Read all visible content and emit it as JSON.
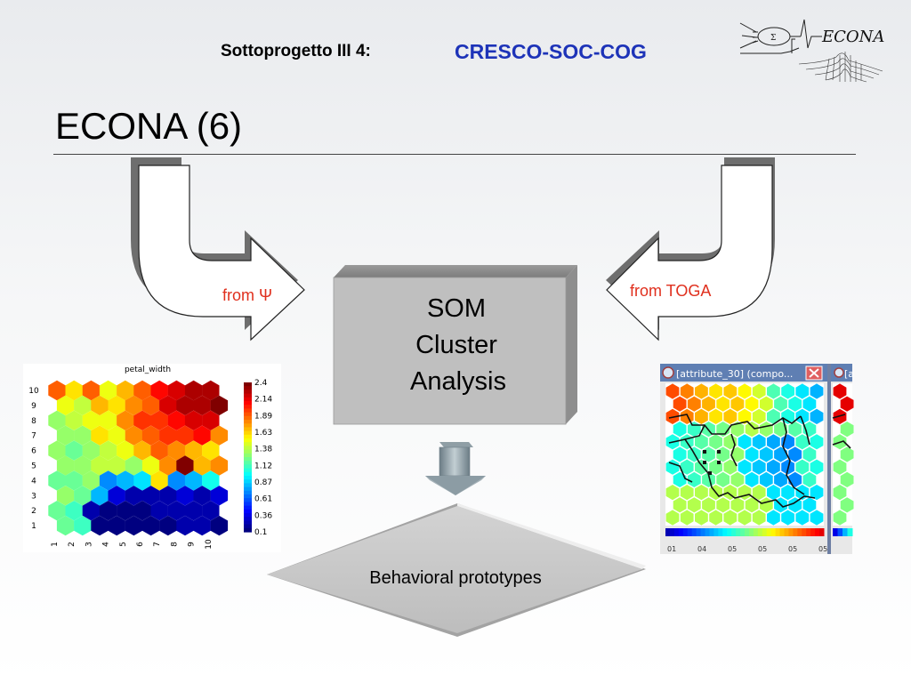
{
  "header": {
    "prefix": "Sottoprogetto III 4",
    "colon": ":",
    "project": "CRESCO-SOC-COG"
  },
  "title": "ECONA (6)",
  "logo": {
    "text": "ECONA",
    "icon": "neuron-logo-icon"
  },
  "arrows": {
    "left_label": "from Ψ",
    "right_label": "from TOGA"
  },
  "center_box": {
    "lines": [
      "SOM",
      "Cluster",
      "Analysis"
    ]
  },
  "output_diamond": {
    "label": "Behavioral prototypes"
  },
  "som_map": {
    "title": "petal_width",
    "y_ticks": [
      "10",
      "9",
      "8",
      "7",
      "6",
      "5",
      "4",
      "3",
      "2",
      "1"
    ],
    "x_ticks": [
      "1",
      "2",
      "3",
      "4",
      "5",
      "6",
      "7",
      "8",
      "9",
      "10"
    ],
    "colorbar_ticks": [
      "2.4",
      "2.14",
      "1.89",
      "1.63",
      "1.38",
      "1.12",
      "0.87",
      "0.61",
      "0.36",
      "0.1"
    ],
    "grid_values": [
      [
        1.9,
        1.6,
        1.9,
        1.5,
        1.7,
        1.9,
        2.1,
        2.2,
        2.3,
        2.3
      ],
      [
        1.5,
        1.4,
        1.7,
        1.6,
        1.8,
        1.9,
        2.2,
        2.3,
        2.3,
        2.4
      ],
      [
        1.3,
        1.4,
        1.5,
        1.5,
        1.8,
        2.0,
        2.0,
        2.1,
        2.2,
        2.2
      ],
      [
        1.3,
        1.3,
        1.6,
        1.5,
        1.8,
        1.9,
        2.0,
        2.0,
        2.1,
        1.8
      ],
      [
        1.3,
        1.2,
        1.3,
        1.4,
        1.5,
        1.7,
        1.9,
        1.8,
        1.7,
        1.6
      ],
      [
        1.3,
        1.3,
        1.4,
        1.4,
        1.3,
        1.5,
        1.8,
        2.4,
        1.7,
        1.8
      ],
      [
        1.2,
        1.2,
        1.3,
        0.7,
        0.8,
        0.9,
        1.6,
        0.7,
        0.8,
        1.0
      ],
      [
        1.3,
        1.2,
        0.8,
        0.3,
        0.2,
        0.2,
        0.2,
        0.3,
        0.2,
        0.3
      ],
      [
        1.2,
        1.1,
        0.2,
        0.1,
        0.1,
        0.1,
        0.2,
        0.2,
        0.2,
        0.2
      ],
      [
        1.2,
        1.1,
        0.1,
        0.1,
        0.1,
        0.1,
        0.1,
        0.2,
        0.2,
        0.1
      ]
    ]
  },
  "toga_panel": {
    "window_title": "[attribute_30] (compo...",
    "second_window_title": "[a",
    "close_icon": "close-icon",
    "app_icon": "app-window-icon",
    "axis_ticks": [
      "01",
      "04",
      "05",
      "05",
      "05",
      "05"
    ]
  },
  "colors": {
    "title_blue": "#1d33b8",
    "label_red": "#e0301e",
    "box_gray": "#bfbfbf",
    "diamond_gray": "#c8c8c8"
  }
}
